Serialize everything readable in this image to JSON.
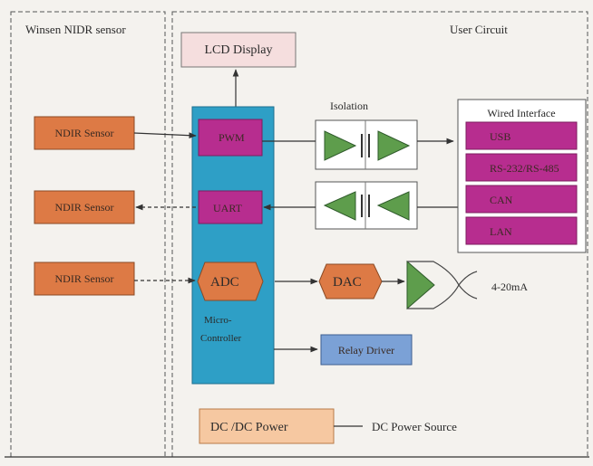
{
  "regions": {
    "sensor_title": "Winsen NIDR sensor",
    "user_title": "User Circuit"
  },
  "blocks": {
    "lcd": "LCD Display",
    "sensors": [
      "NDIR Sensor",
      "NDIR Sensor",
      "NDIR Sensor"
    ],
    "pwm": "PWM",
    "uart": "UART",
    "adc": "ADC",
    "mcu_line1": "Micro-",
    "mcu_line2": "Controller",
    "isolation": "Isolation",
    "wired_interface_title": "Wired Interface",
    "wired_interfaces": [
      "USB",
      "RS-232/RS-485",
      "CAN",
      "LAN"
    ],
    "dac": "DAC",
    "output_label": "4-20mA",
    "relay": "Relay Driver",
    "dcdc": "DC /DC Power",
    "dc_source": "DC Power Source"
  },
  "colors": {
    "sensor_fill": "#dd7a45",
    "mcu_fill": "#2e9fc6",
    "magenta": "#b72d8f",
    "lcd_fill": "#f5dede",
    "relay_fill": "#7ba1d6",
    "dcdc_fill": "#f6c8a1",
    "triangle_green": "#5e9d4c"
  }
}
